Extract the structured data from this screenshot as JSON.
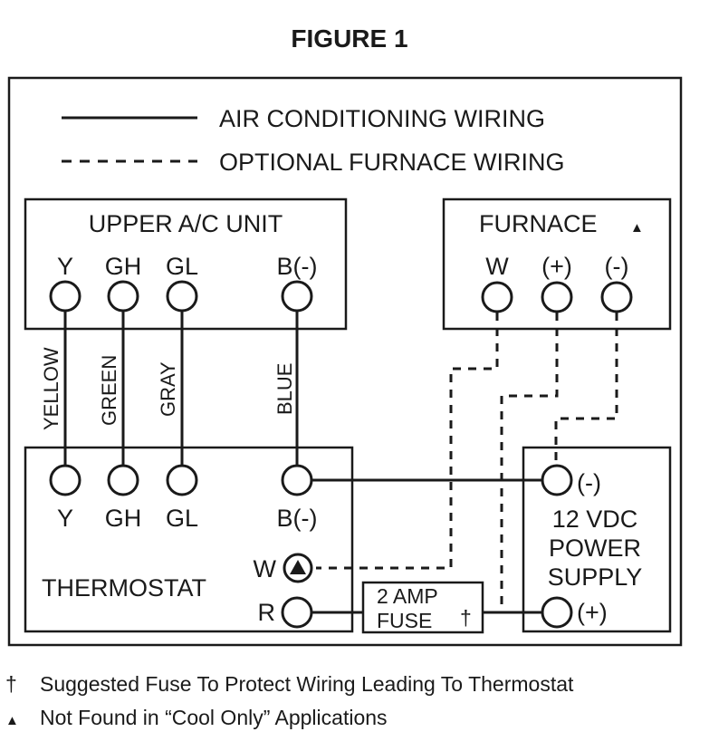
{
  "figure_title": "FIGURE 1",
  "legend": {
    "solid_label": "AIR CONDITIONING WIRING",
    "dashed_label": "OPTIONAL FURNACE WIRING"
  },
  "upper_ac_unit": {
    "title": "UPPER A/C UNIT",
    "terminals": [
      "Y",
      "GH",
      "GL",
      "B(-)"
    ]
  },
  "furnace": {
    "title": "FURNACE",
    "title_marker": "▲",
    "terminals": [
      "W",
      "(+)",
      "(-)"
    ]
  },
  "wire_colors": [
    "YELLOW",
    "GREEN",
    "GRAY",
    "BLUE"
  ],
  "thermostat": {
    "title": "THERMOSTAT",
    "terminals": [
      "Y",
      "GH",
      "GL",
      "B(-)"
    ],
    "w_label": "W",
    "r_label": "R"
  },
  "power_supply": {
    "title_lines": [
      "12 VDC",
      "POWER",
      "SUPPLY"
    ],
    "neg_label": "(-)",
    "pos_label": "(+)"
  },
  "fuse": {
    "lines": [
      "2 AMP",
      "FUSE"
    ],
    "marker": "†"
  },
  "notes": [
    {
      "symbol": "†",
      "text": "Suggested Fuse To Protect Wiring Leading To Thermostat"
    },
    {
      "symbol": "▲",
      "text": "Not Found in “Cool Only” Applications"
    }
  ]
}
